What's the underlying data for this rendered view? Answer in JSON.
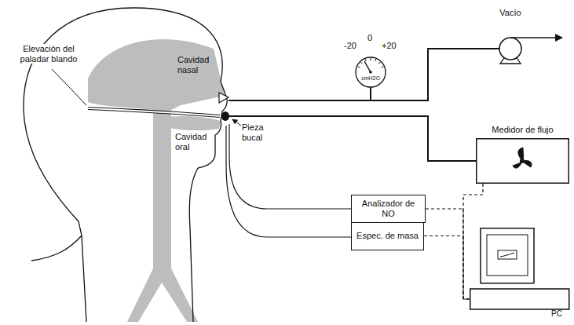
{
  "diagram": {
    "nodes": [
      {
        "text": [
          "-20",
          "0",
          "+20",
          "cmH2O"
        ]
      },
      {
        "text": [
          "Vacío"
        ]
      },
      {
        "text": [
          "Medidor de flujo"
        ]
      },
      {
        "text": [
          "Analizador de NO"
        ]
      },
      {
        "text": [
          "Espec. de masa"
        ]
      },
      {
        "text": [
          "PC"
        ]
      }
    ],
    "edges": [
      {
        "from": 2,
        "to": 5,
        "arrow": "none"
      },
      {
        "from": 3,
        "to": 5,
        "arrow": "none"
      },
      {
        "from": 4,
        "to": 5,
        "arrow": "none"
      }
    ],
    "labels": [
      "Elevación del paladar blando",
      "Cavidad nasal",
      "Cavidad oral",
      "Pieza bucal"
    ]
  }
}
